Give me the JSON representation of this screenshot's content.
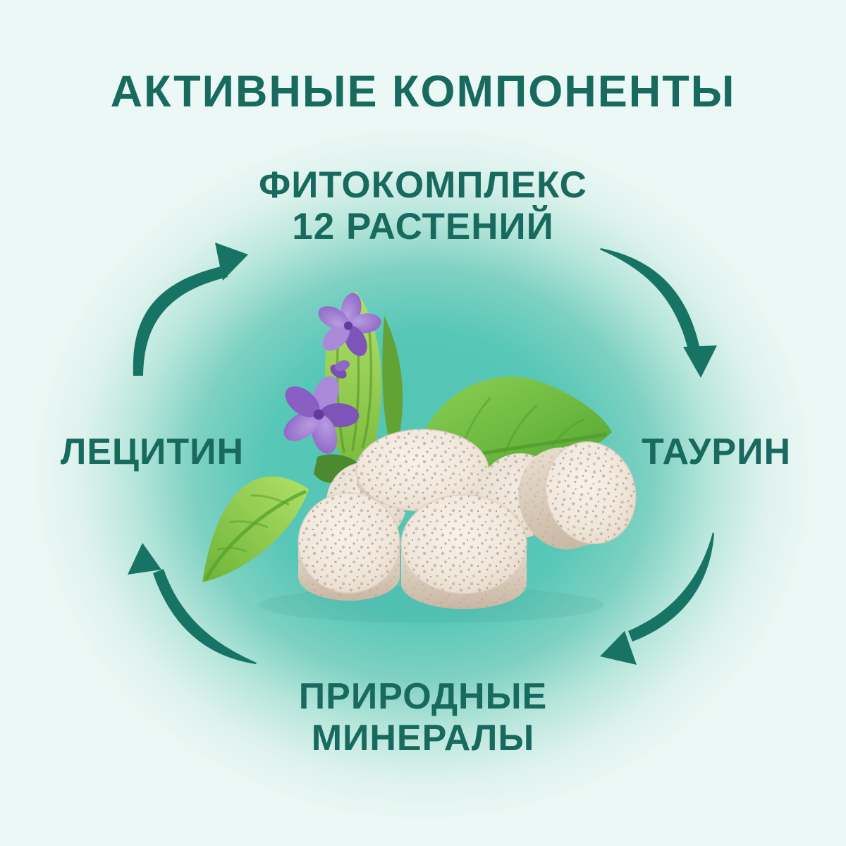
{
  "title": "АКТИВНЫЕ КОМПОНЕНТЫ",
  "labels": {
    "phytocomplex_line1": "ФИТОКОМПЛЕКС",
    "phytocomplex_line2": "12 РАСТЕНИЙ",
    "lecithin": "ЛЕЦИТИН",
    "taurine": "ТАУРИН",
    "minerals_line1": "ПРИРОДНЫЕ",
    "minerals_line2": "МИНЕРАЛЫ"
  },
  "cycle_arrows": [
    {
      "from": "ЛЕЦИТИН",
      "to": "ФИТОКОМПЛЕКС 12 РАСТЕНИЙ"
    },
    {
      "from": "ФИТОКОМПЛЕКС 12 РАСТЕНИЙ",
      "to": "ТАУРИН"
    },
    {
      "from": "ТАУРИН",
      "to": "ПРИРОДНЫЕ МИНЕРАЛЫ"
    },
    {
      "from": "ПРИРОДНЫЕ МИНЕРАЛЫ",
      "to": "ЛЕЦИТИН"
    }
  ],
  "illustration": {
    "tablets_count": 6,
    "subject": "speckled herbal tablets with green leaves and purple violet flowers"
  },
  "colors": {
    "text": "#186a5f",
    "arrow": "#177465",
    "bg_center": "#52c5b5",
    "bg_edge": "#ecf8f5",
    "tablet_face": "#f1e8dd",
    "tablet_side": "#d6c7b6",
    "leaf_green": "#7cc143",
    "flower_purple": "#9170cb"
  }
}
